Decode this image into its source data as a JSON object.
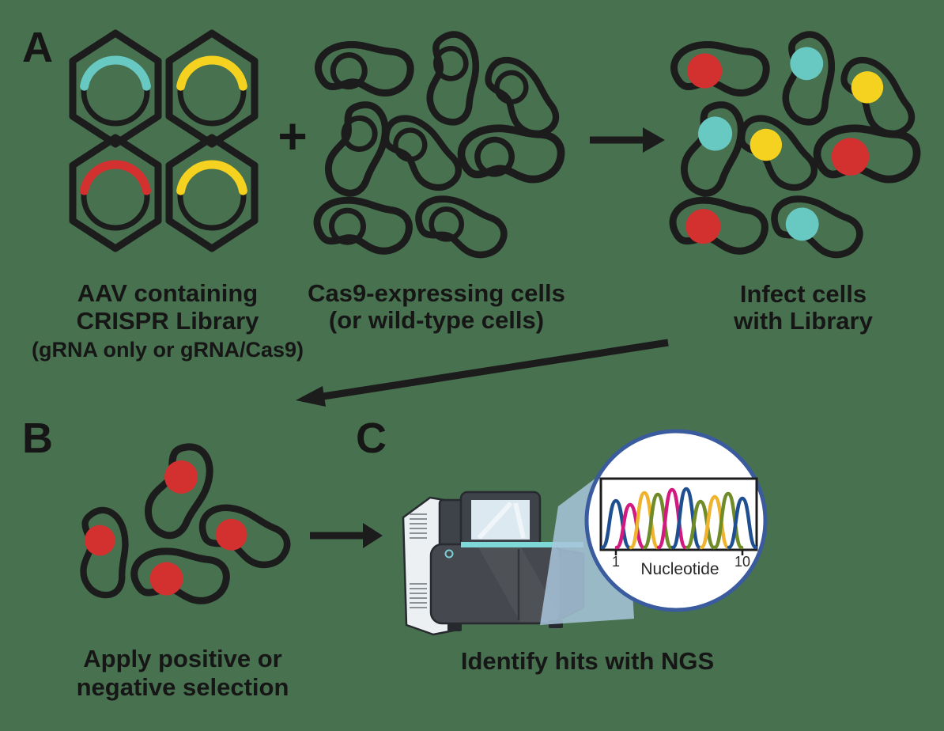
{
  "background_color": "#48714f",
  "palette": {
    "outline": "#1c1c1c",
    "teal": "#68c8c2",
    "yellow": "#f5d21f",
    "red": "#d33030",
    "callout_border": "#3a5b9e",
    "wedge_blue": "#a9c6dc"
  },
  "panels": {
    "a": {
      "label": "A",
      "plus_sign": "+",
      "plasmid_arc_colors": [
        "#68c8c2",
        "#f5d21f",
        "#d33030",
        "#f5d21f"
      ],
      "aav_caption": {
        "line1": "AAV containing",
        "line2": "CRISPR Library",
        "line3": "(gRNA only or gRNA/Cas9)"
      },
      "cells_caption": {
        "line1": "Cas9-expressing cells",
        "line2": "(or wild-type cells)"
      },
      "infect_caption": {
        "line1": "Infect cells",
        "line2": "with Library"
      },
      "infected_dot_colors": [
        "#d33030",
        "#68c8c2",
        "#f5d21f",
        "#68c8c2",
        "#f5d21f",
        "#d33030",
        "#d33030",
        "#68c8c2"
      ]
    },
    "b": {
      "label": "B",
      "dot_color": "#d33030",
      "caption": {
        "line1": "Apply positive or",
        "line2": "negative selection"
      }
    },
    "c": {
      "label": "C",
      "caption": "Identify hits with NGS",
      "chromatogram": {
        "xlabel": "Nucleotide",
        "tick_first": "1",
        "tick_last": "10",
        "peak_colors": [
          "#1d4f91",
          "#d2197f",
          "#f0b32e",
          "#6f8c28",
          "#d2197f",
          "#1d4f91",
          "#6f8c28",
          "#f0b32e",
          "#6f8c28",
          "#1d4f91"
        ]
      }
    }
  }
}
